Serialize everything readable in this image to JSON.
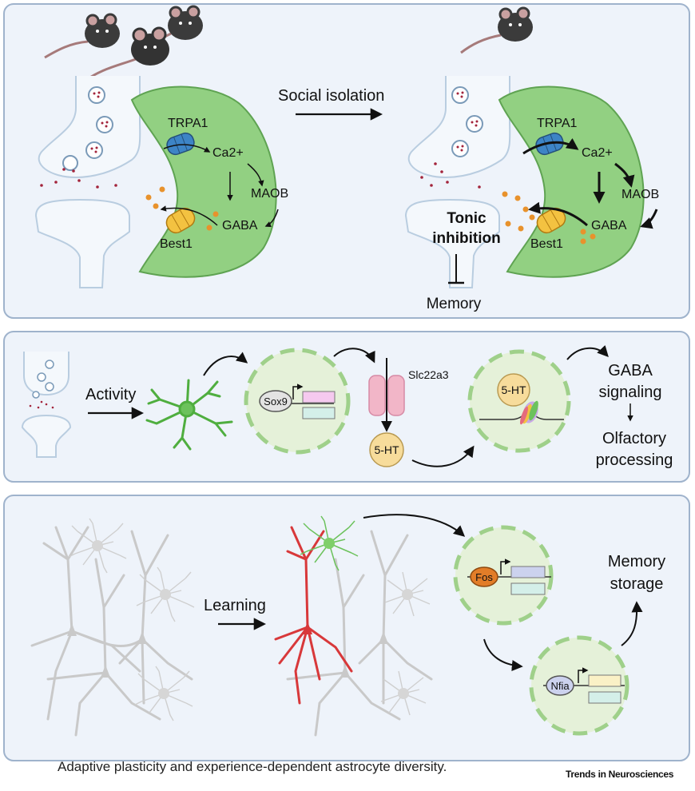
{
  "panel_a": {
    "arrow_label": "Social isolation",
    "left": {
      "channel": "TRPA1",
      "ion": "Ca2+",
      "enzyme": "MAOB",
      "transmitter": "GABA",
      "release_channel": "Best1"
    },
    "right": {
      "channel": "TRPA1",
      "ion": "Ca2+",
      "enzyme": "MAOB",
      "transmitter": "GABA",
      "release_channel": "Best1",
      "effect_line1": "Tonic",
      "effect_line2": "inhibition",
      "outcome": "Memory"
    }
  },
  "panel_b": {
    "trigger": "Activity",
    "tf": "Sox9",
    "transporter": "Slc22a3",
    "molecule": "5-HT",
    "nuclear_molecule": "5-HT",
    "effect_line1": "GABA",
    "effect_line2": "signaling",
    "outcome_line1": "Olfactory",
    "outcome_line2": "processing"
  },
  "panel_c": {
    "trigger": "Learning",
    "tf1": "Fos",
    "tf2": "Nfia",
    "outcome_line1": "Memory",
    "outcome_line2": "storage"
  },
  "caption": "Adaptive plasticity and experience-dependent astrocyte diversity.",
  "journal": "Trends in Neurosciences",
  "colors": {
    "panel_bg": "#eef3fa",
    "panel_border": "#9fb3cc",
    "astrocyte": "#92d082",
    "nucleus": "#e5f1d9",
    "neuron_grey": "#c9c9c9",
    "neuron_red": "#d8383a"
  }
}
